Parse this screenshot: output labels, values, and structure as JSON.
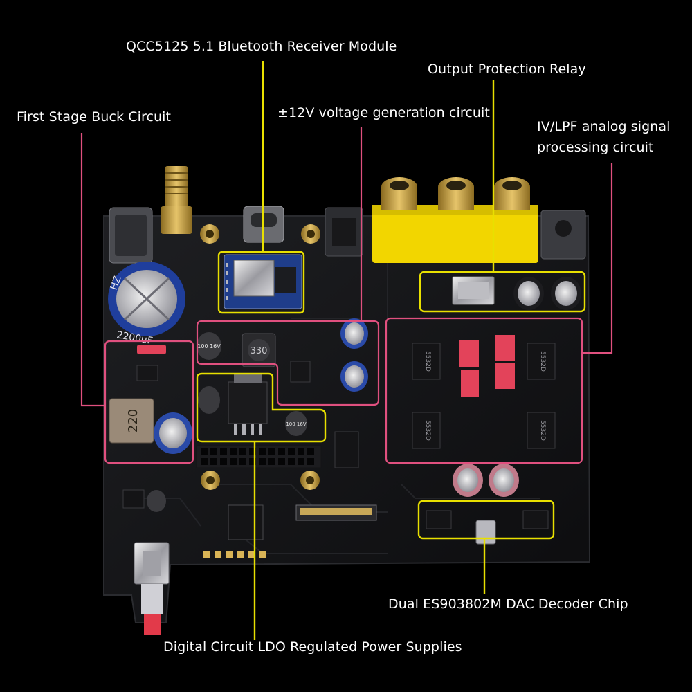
{
  "labels": {
    "bluetooth_module": "QCC5125 5.1 Bluetooth Receiver Module",
    "output_relay": "Output Protection Relay",
    "buck_circuit": "First Stage Buck Circuit",
    "voltage_generation": "±12V voltage generation circuit",
    "iv_lpf_line1": "IV/LPF analog signal",
    "iv_lpf_line2": "processing circuit",
    "dac_chip": "Dual ES903802M DAC Decoder Chip",
    "ldo_supplies": "Digital Circuit LDO Regulated Power Supplies"
  },
  "board_markings": {
    "capacitor_main": "2200uF",
    "capacitor_brand": "HZ",
    "inductor_buck": "220",
    "inductor_12v": "330",
    "cap_rating_1": "100 16V",
    "cap_rating_2": "100 16V",
    "opamp_1": "5532D",
    "opamp_2": "5532D",
    "opamp_3": "5532D",
    "opamp_4": "5532D"
  },
  "colors": {
    "pink_callout": "#e0507f",
    "yellow_callout": "#e8e000",
    "board": "#141416",
    "rca_yellow": "#f2d600",
    "relay_red": "#e3435a"
  }
}
